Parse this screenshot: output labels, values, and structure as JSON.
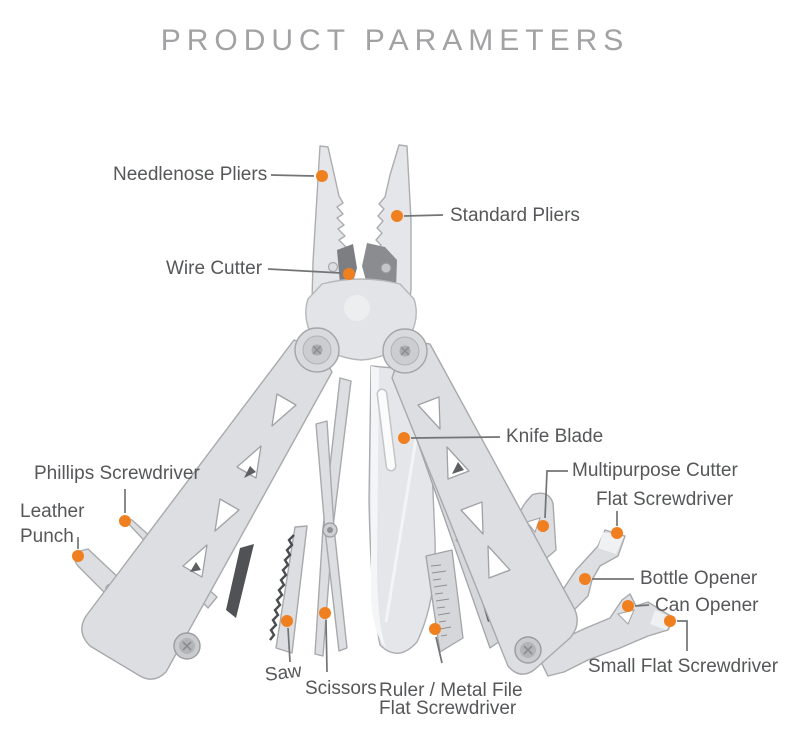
{
  "title": "PRODUCT PARAMETERS",
  "colors": {
    "accent_dot": "#f0801f",
    "leader_line": "#737476",
    "label_text": "#565759",
    "title_text": "#a2a2a4",
    "steel_light": "#e5e6e9",
    "steel_mid": "#d5d7da"
  },
  "labels": {
    "needlenose": "Needlenose Pliers",
    "standard": "Standard Pliers",
    "wire_cutter": "Wire Cutter",
    "knife_blade": "Knife Blade",
    "phillips": "Phillips Screwdriver",
    "leather_punch": {
      "line1": "Leather",
      "line2": "Punch"
    },
    "multipurpose": "Multipurpose Cutter",
    "flat_screwdriver": "Flat Screwdriver",
    "bottle_opener": "Bottle Opener",
    "can_opener": "Can Opener",
    "small_flat": "Small Flat Screwdriver",
    "saw": "Saw",
    "scissors": "Scissors",
    "ruler_file": {
      "line1": "Ruler / Metal File",
      "line2": "Flat Screwdriver"
    }
  }
}
